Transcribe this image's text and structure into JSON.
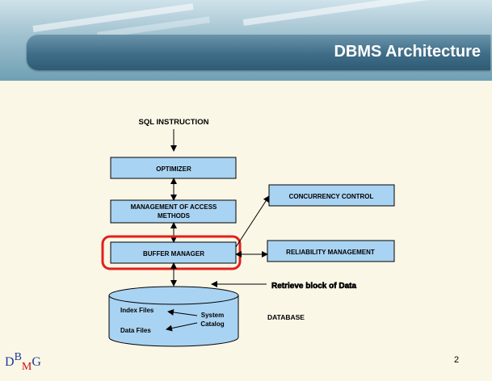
{
  "title": "DBMS Architecture",
  "page_number": "2",
  "logo": {
    "d": "D",
    "b": "B",
    "m": "M",
    "g": "G",
    "sub_color": "#cc1111",
    "main_color": "#1a3d99"
  },
  "diagram": {
    "sql_instruction": "SQL INSTRUCTION",
    "optimizer": "OPTIMIZER",
    "access_methods_line1": "MANAGEMENT OF ACCESS",
    "access_methods_line2": "METHODS",
    "buffer_manager": "BUFFER MANAGER",
    "concurrency_control": "CONCURRENCY CONTROL",
    "reliability_management": "RELIABILITY MANAGEMENT",
    "retrieve_block": "Retrieve block of Data",
    "database": "DATABASE",
    "index_files": "Index Files",
    "data_files": "Data Files",
    "system_catalog_line1": "System",
    "system_catalog_line2": "Catalog",
    "box_fill": "#a9d3f3",
    "highlight_color": "#e0201d"
  }
}
